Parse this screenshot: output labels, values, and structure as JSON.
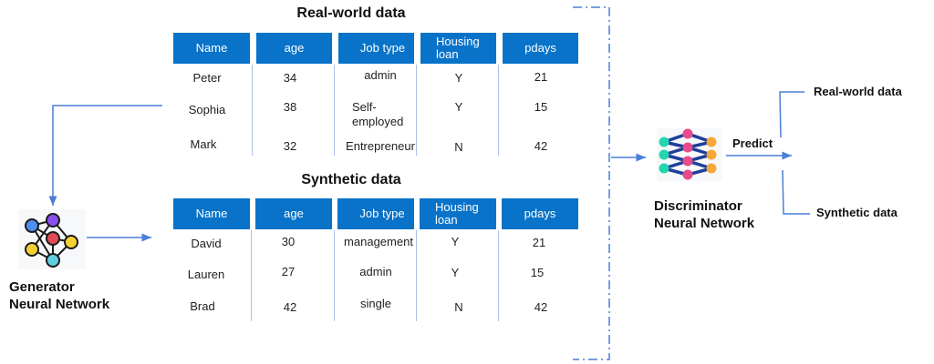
{
  "real_table": {
    "title": "Real-world data",
    "columns": [
      "Name",
      "age",
      "Job type",
      "Housing loan",
      "pdays"
    ],
    "rows": [
      [
        "Peter",
        "34",
        "admin",
        "Y",
        "21"
      ],
      [
        "Sophia",
        "38",
        "Self-employed",
        "Y",
        "15"
      ],
      [
        "Mark",
        "32",
        "Entrepreneur",
        "N",
        "42"
      ]
    ]
  },
  "synthetic_table": {
    "title": "Synthetic data",
    "columns": [
      "Name",
      "age",
      "Job type",
      "Housing loan",
      "pdays"
    ],
    "rows": [
      [
        "David",
        "30",
        "management",
        "Y",
        "21"
      ],
      [
        "Lauren",
        "27",
        "admin",
        "Y",
        "15"
      ],
      [
        "Brad",
        "42",
        "single",
        "N",
        "42"
      ]
    ]
  },
  "generator": {
    "line1": "Generator",
    "line2": "Neural Network",
    "icon": "neural-network-graph-icon"
  },
  "discriminator": {
    "line1": "Discriminator",
    "line2": "Neural Network",
    "icon": "layered-network-icon"
  },
  "predict_label": "Predict",
  "outputs": {
    "real": "Real-world data",
    "synthetic": "Synthetic data"
  },
  "colors": {
    "header_blue": "#0873c8",
    "arrow_blue": "#4a7fd9",
    "separator": "#a9c2e8"
  }
}
